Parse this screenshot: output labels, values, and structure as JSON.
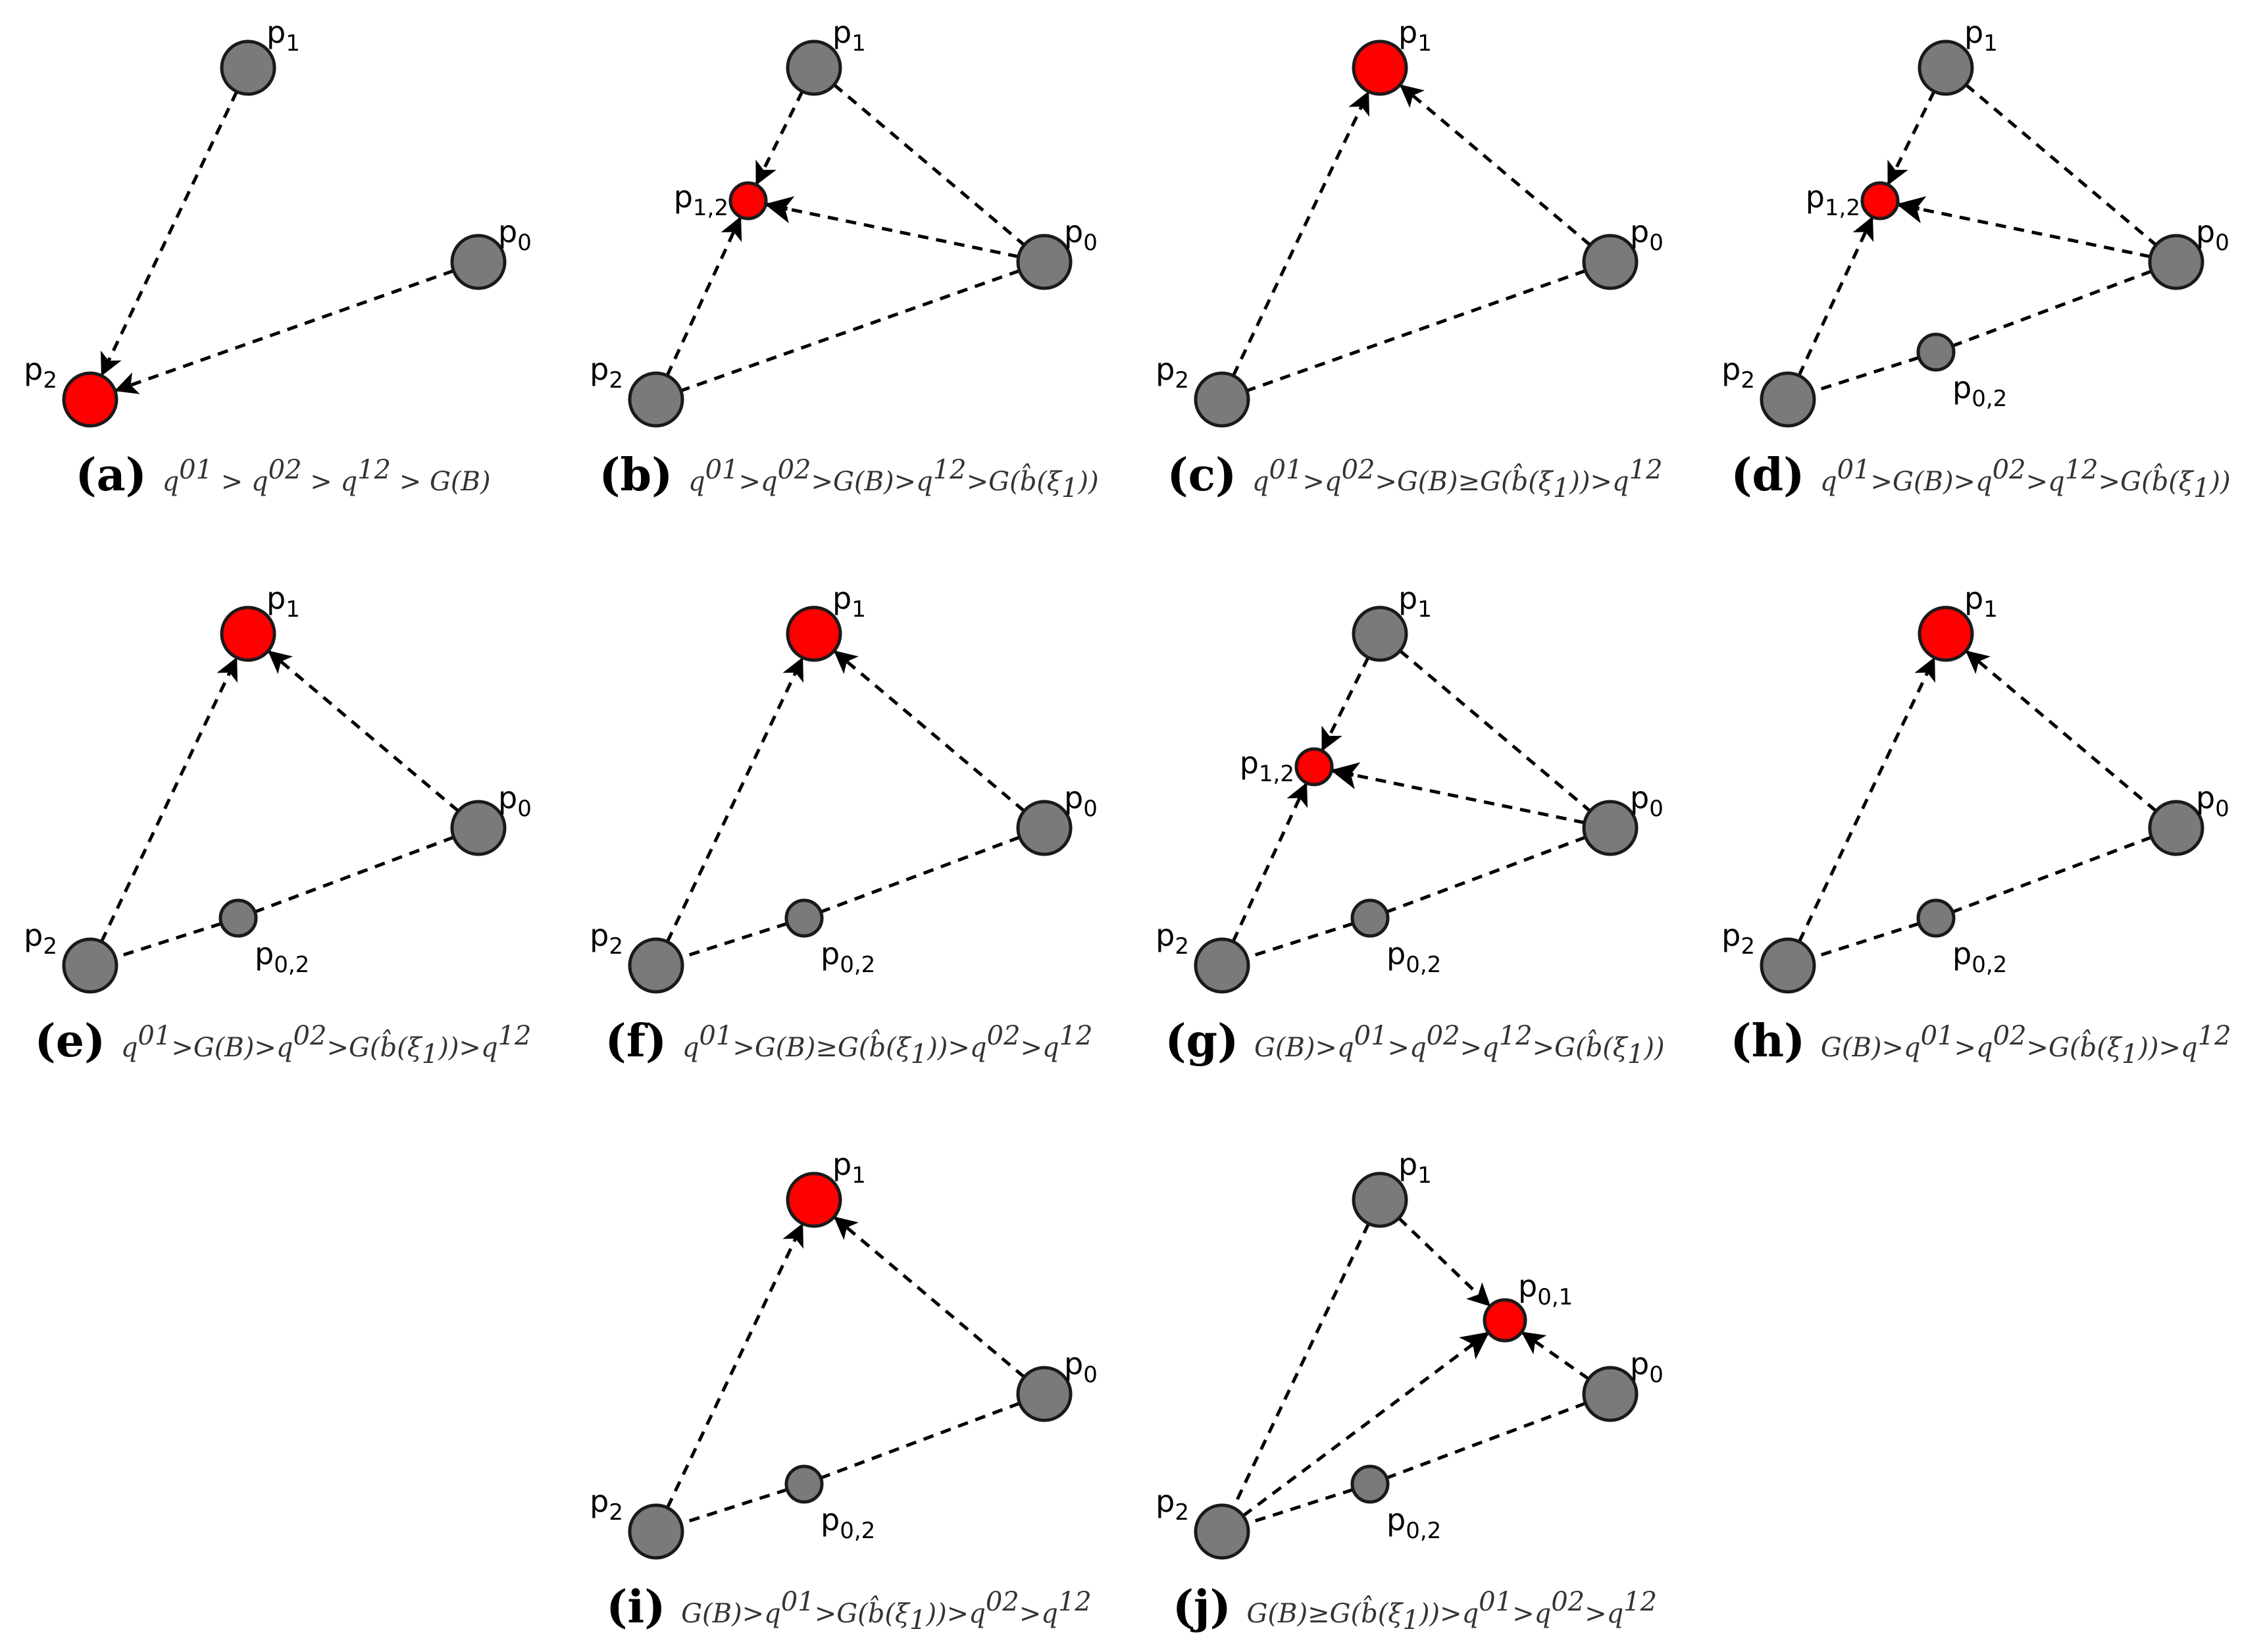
{
  "colors": {
    "node_fill": "#7a7a7a",
    "highlight_fill": "#ff0000",
    "stroke": "#1a1a1a",
    "edge": "#000000"
  },
  "labels": {
    "p0": "p0",
    "p1": "p1",
    "p2": "p2",
    "p12": "p1,2",
    "p02": "p0,2",
    "p01": "p0,1"
  },
  "panels": [
    {
      "id": "a",
      "letter": "(a)",
      "caption": [
        {
          "t": "q"
        },
        {
          "t": "01",
          "sup": true
        },
        {
          "t": " > "
        },
        {
          "t": "q"
        },
        {
          "t": "02",
          "sup": true
        },
        {
          "t": " > "
        },
        {
          "t": "q"
        },
        {
          "t": "12",
          "sup": true
        },
        {
          "t": " > "
        },
        {
          "t": "G(B)"
        }
      ],
      "red": "p2",
      "extra_nodes": [],
      "edges": [
        [
          "p1",
          "p2",
          "arrow"
        ],
        [
          "p0",
          "p2",
          "arrow"
        ]
      ]
    },
    {
      "id": "b",
      "letter": "(b)",
      "caption": [
        {
          "t": "q"
        },
        {
          "t": "01",
          "sup": true
        },
        {
          "t": ">"
        },
        {
          "t": "q"
        },
        {
          "t": "02",
          "sup": true
        },
        {
          "t": ">G(B)>"
        },
        {
          "t": "q"
        },
        {
          "t": "12",
          "sup": true
        },
        {
          "t": ">G("
        },
        {
          "t": "b̂"
        },
        {
          "t": "(ξ"
        },
        {
          "t": "1",
          "sub": true
        },
        {
          "t": "))"
        }
      ],
      "red": "p12",
      "extra_nodes": [
        "p12"
      ],
      "edges": [
        [
          "p1",
          "p12",
          "arrow"
        ],
        [
          "p2",
          "p12",
          "arrow"
        ],
        [
          "p0",
          "p12",
          "arrowhead-only"
        ],
        [
          "p1",
          "p0",
          "plain"
        ],
        [
          "p0",
          "p2",
          "plain"
        ]
      ]
    },
    {
      "id": "c",
      "letter": "(c)",
      "caption": [
        {
          "t": "q"
        },
        {
          "t": "01",
          "sup": true
        },
        {
          "t": ">"
        },
        {
          "t": "q"
        },
        {
          "t": "02",
          "sup": true
        },
        {
          "t": ">G(B)≥G("
        },
        {
          "t": "b̂"
        },
        {
          "t": "(ξ"
        },
        {
          "t": "1",
          "sub": true
        },
        {
          "t": "))>"
        },
        {
          "t": "q"
        },
        {
          "t": "12",
          "sup": true
        }
      ],
      "red": "p1",
      "extra_nodes": [],
      "edges": [
        [
          "p2",
          "p1",
          "arrow"
        ],
        [
          "p0",
          "p1",
          "arrow"
        ],
        [
          "p0",
          "p2",
          "plain"
        ]
      ]
    },
    {
      "id": "d",
      "letter": "(d)",
      "caption": [
        {
          "t": "q"
        },
        {
          "t": "01",
          "sup": true
        },
        {
          "t": ">G(B)>"
        },
        {
          "t": "q"
        },
        {
          "t": "02",
          "sup": true
        },
        {
          "t": ">"
        },
        {
          "t": "q"
        },
        {
          "t": "12",
          "sup": true
        },
        {
          "t": ">G("
        },
        {
          "t": "b̂"
        },
        {
          "t": "(ξ"
        },
        {
          "t": "1",
          "sub": true
        },
        {
          "t": "))"
        }
      ],
      "red": "p12",
      "extra_nodes": [
        "p12",
        "p02"
      ],
      "edges": [
        [
          "p1",
          "p12",
          "arrow"
        ],
        [
          "p2",
          "p12",
          "arrow"
        ],
        [
          "p0",
          "p12",
          "arrowhead-only"
        ],
        [
          "p1",
          "p0",
          "plain"
        ],
        [
          "p0",
          "p02",
          "plain"
        ],
        [
          "p02",
          "p2",
          "plain"
        ]
      ]
    },
    {
      "id": "e",
      "letter": "(e)",
      "caption": [
        {
          "t": "q"
        },
        {
          "t": "01",
          "sup": true
        },
        {
          "t": ">G(B)>"
        },
        {
          "t": "q"
        },
        {
          "t": "02",
          "sup": true
        },
        {
          "t": ">G("
        },
        {
          "t": "b̂"
        },
        {
          "t": "(ξ"
        },
        {
          "t": "1",
          "sub": true
        },
        {
          "t": "))>"
        },
        {
          "t": "q"
        },
        {
          "t": "12",
          "sup": true
        }
      ],
      "red": "p1",
      "extra_nodes": [
        "p02"
      ],
      "edges": [
        [
          "p2",
          "p1",
          "arrow"
        ],
        [
          "p0",
          "p1",
          "arrow"
        ],
        [
          "p0",
          "p02",
          "plain"
        ],
        [
          "p02",
          "p2",
          "plain"
        ]
      ]
    },
    {
      "id": "f",
      "letter": "(f)",
      "caption": [
        {
          "t": "q"
        },
        {
          "t": "01",
          "sup": true
        },
        {
          "t": ">G(B)≥G("
        },
        {
          "t": "b̂"
        },
        {
          "t": "(ξ"
        },
        {
          "t": "1",
          "sub": true
        },
        {
          "t": "))>"
        },
        {
          "t": "q"
        },
        {
          "t": "02",
          "sup": true
        },
        {
          "t": ">"
        },
        {
          "t": "q"
        },
        {
          "t": "12",
          "sup": true
        }
      ],
      "red": "p1",
      "extra_nodes": [
        "p02"
      ],
      "edges": [
        [
          "p2",
          "p1",
          "arrow"
        ],
        [
          "p0",
          "p1",
          "arrow"
        ],
        [
          "p0",
          "p02",
          "plain"
        ],
        [
          "p02",
          "p2",
          "plain"
        ]
      ]
    },
    {
      "id": "g",
      "letter": "(g)",
      "caption": [
        {
          "t": "G(B)>"
        },
        {
          "t": "q"
        },
        {
          "t": "01",
          "sup": true
        },
        {
          "t": ">"
        },
        {
          "t": "q"
        },
        {
          "t": "02",
          "sup": true
        },
        {
          "t": ">"
        },
        {
          "t": "q"
        },
        {
          "t": "12",
          "sup": true
        },
        {
          "t": ">G("
        },
        {
          "t": "b̂"
        },
        {
          "t": "(ξ"
        },
        {
          "t": "1",
          "sub": true
        },
        {
          "t": "))"
        }
      ],
      "red": "p12",
      "extra_nodes": [
        "p12",
        "p02"
      ],
      "edges": [
        [
          "p1",
          "p12",
          "arrow"
        ],
        [
          "p2",
          "p12",
          "arrow"
        ],
        [
          "p0",
          "p12",
          "arrowhead-only"
        ],
        [
          "p1",
          "p0",
          "plain"
        ],
        [
          "p0",
          "p02",
          "plain"
        ],
        [
          "p02",
          "p2",
          "plain"
        ]
      ]
    },
    {
      "id": "h",
      "letter": "(h)",
      "caption": [
        {
          "t": "G(B)>"
        },
        {
          "t": "q"
        },
        {
          "t": "01",
          "sup": true
        },
        {
          "t": ">"
        },
        {
          "t": "q"
        },
        {
          "t": "02",
          "sup": true
        },
        {
          "t": ">G("
        },
        {
          "t": "b̂"
        },
        {
          "t": "(ξ"
        },
        {
          "t": "1",
          "sub": true
        },
        {
          "t": "))>"
        },
        {
          "t": "q"
        },
        {
          "t": "12",
          "sup": true
        }
      ],
      "red": "p1",
      "extra_nodes": [
        "p02"
      ],
      "edges": [
        [
          "p2",
          "p1",
          "arrow"
        ],
        [
          "p0",
          "p1",
          "arrow"
        ],
        [
          "p0",
          "p02",
          "plain"
        ],
        [
          "p02",
          "p2",
          "plain"
        ]
      ]
    },
    {
      "id": "i",
      "letter": "(i)",
      "caption": [
        {
          "t": "G(B)>"
        },
        {
          "t": "q"
        },
        {
          "t": "01",
          "sup": true
        },
        {
          "t": ">G("
        },
        {
          "t": "b̂"
        },
        {
          "t": "(ξ"
        },
        {
          "t": "1",
          "sub": true
        },
        {
          "t": "))>"
        },
        {
          "t": "q"
        },
        {
          "t": "02",
          "sup": true
        },
        {
          "t": ">"
        },
        {
          "t": "q"
        },
        {
          "t": "12",
          "sup": true
        }
      ],
      "red": "p1",
      "extra_nodes": [
        "p02"
      ],
      "edges": [
        [
          "p2",
          "p1",
          "arrow"
        ],
        [
          "p0",
          "p1",
          "arrow"
        ],
        [
          "p0",
          "p02",
          "plain"
        ],
        [
          "p02",
          "p2",
          "plain"
        ]
      ]
    },
    {
      "id": "j",
      "letter": "(j)",
      "caption": [
        {
          "t": "G(B)≥G("
        },
        {
          "t": "b̂"
        },
        {
          "t": "(ξ"
        },
        {
          "t": "1",
          "sub": true
        },
        {
          "t": "))>"
        },
        {
          "t": "q"
        },
        {
          "t": "01",
          "sup": true
        },
        {
          "t": ">"
        },
        {
          "t": "q"
        },
        {
          "t": "02",
          "sup": true
        },
        {
          "t": ">"
        },
        {
          "t": "q"
        },
        {
          "t": "12",
          "sup": true
        }
      ],
      "red": "p01",
      "extra_nodes": [
        "p01",
        "p02"
      ],
      "edges": [
        [
          "p1",
          "p01",
          "arrow"
        ],
        [
          "p0",
          "p01",
          "arrow"
        ],
        [
          "p2",
          "p01",
          "arrowhead-only"
        ],
        [
          "p1",
          "p2",
          "plain"
        ],
        [
          "p0",
          "p02",
          "plain"
        ],
        [
          "p02",
          "p2",
          "plain"
        ]
      ]
    }
  ]
}
